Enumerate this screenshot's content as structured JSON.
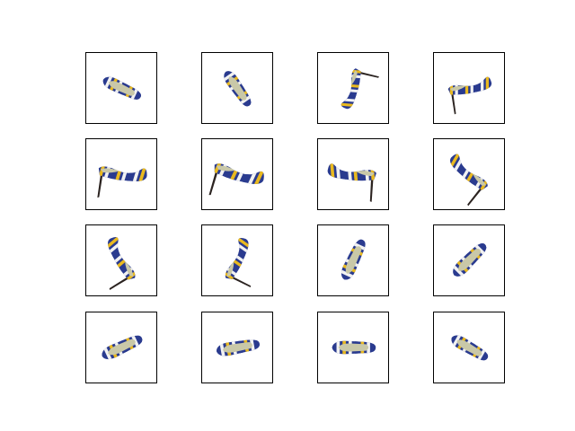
{
  "figure": {
    "rows": 4,
    "cols": 4,
    "palette": {
      "navy": "#2a3b8f",
      "yellow": "#e9b91f",
      "white": "#f2f2f2",
      "lining": "#c9c8a8",
      "heel": "#2b2320"
    },
    "views": [
      {
        "shape": "top",
        "angle": 25,
        "scale": 0.85
      },
      {
        "shape": "top",
        "angle": 55,
        "scale": 0.85
      },
      {
        "shape": "side",
        "angle": -60,
        "scale": 0.85,
        "flip": true
      },
      {
        "shape": "side",
        "angle": -25,
        "scale": 0.9
      },
      {
        "shape": "side",
        "angle": -8,
        "scale": 1.0
      },
      {
        "shape": "side",
        "angle": 0,
        "scale": 1.05
      },
      {
        "shape": "side",
        "angle": 20,
        "scale": 1.0,
        "flip": true
      },
      {
        "shape": "side",
        "angle": 55,
        "scale": 0.95,
        "flip": true
      },
      {
        "shape": "side",
        "angle": 75,
        "scale": 0.95,
        "flip": true
      },
      {
        "shape": "side",
        "angle": -80,
        "scale": 0.9
      },
      {
        "shape": "top",
        "angle": -65,
        "scale": 0.9
      },
      {
        "shape": "top",
        "angle": -45,
        "scale": 0.9
      },
      {
        "shape": "top",
        "angle": -25,
        "scale": 0.9
      },
      {
        "shape": "top",
        "angle": -10,
        "scale": 0.9
      },
      {
        "shape": "top",
        "angle": 0,
        "scale": 0.9
      },
      {
        "shape": "top",
        "angle": 30,
        "scale": 0.85
      }
    ]
  }
}
